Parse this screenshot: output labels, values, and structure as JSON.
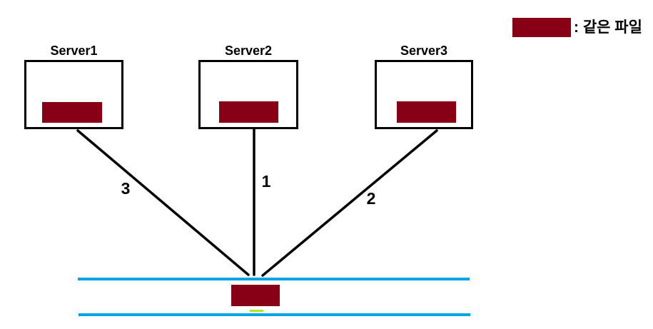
{
  "diagram": {
    "legend": {
      "label": ": 같은 파일"
    },
    "servers": [
      {
        "name": "Server1"
      },
      {
        "name": "Server2"
      },
      {
        "name": "Server3"
      }
    ],
    "connections": [
      {
        "from": "Server1",
        "label": "3"
      },
      {
        "from": "Server2",
        "label": "1"
      },
      {
        "from": "Server3",
        "label": "2"
      }
    ],
    "colors": {
      "file_block": "#880015",
      "network_line": "#00A2E8",
      "connection_line": "#000000",
      "accent_underline": "#B5E61D"
    }
  }
}
